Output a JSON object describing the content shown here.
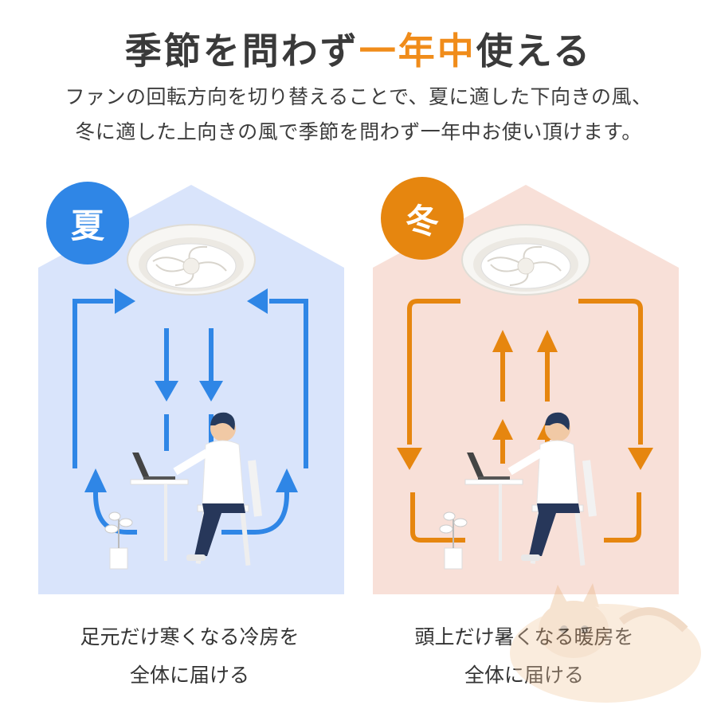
{
  "headline": {
    "before": "季節を問わず",
    "accent": "一年中",
    "after": "使える"
  },
  "subtext": {
    "line1": "ファンの回転方向を切り替えることで、夏に適した下向きの風、",
    "line2": "冬に適した上向きの風で季節を問わず一年中お使い頂けます。"
  },
  "summer": {
    "badge": "夏",
    "caption_line1": "足元だけ寒くなる冷房を",
    "caption_line2": "全体に届ける",
    "airflow": "down"
  },
  "winter": {
    "badge": "冬",
    "caption_line1": "頭上だけ暑くなる暖房を",
    "caption_line2": "全体に届ける",
    "airflow": "up"
  },
  "colors": {
    "summer_accent": "#2f86e6",
    "summer_bg": "#d9e4fb",
    "winter_accent": "#e6860f",
    "winter_bg": "#f8e0d8",
    "headline_accent": "#f08c1a"
  },
  "icons": [
    "ceiling-fan-icon",
    "person-at-laptop-icon",
    "plant-icon",
    "arrow-down-icon",
    "arrow-up-icon",
    "cat-watermark"
  ]
}
